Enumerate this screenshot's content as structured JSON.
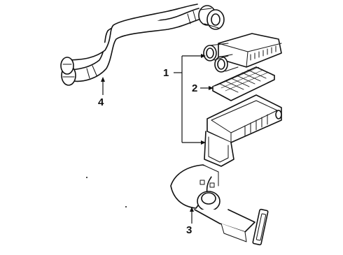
{
  "callouts": {
    "one": "1",
    "two": "2",
    "three": "3",
    "four": "4"
  },
  "parts": [
    {
      "id": "duct-hose",
      "icon": "air-intake-hose-icon",
      "callout": "4"
    },
    {
      "id": "air-cleaner-assembly",
      "icon": "air-cleaner-assembly-icon",
      "callout": "1"
    },
    {
      "id": "air-filter-element",
      "icon": "air-filter-element-icon",
      "callout": "2"
    },
    {
      "id": "resonator-duct",
      "icon": "resonator-duct-icon",
      "callout": "3"
    }
  ],
  "colors": {
    "ink": "#111111",
    "paper": "#ffffff"
  }
}
